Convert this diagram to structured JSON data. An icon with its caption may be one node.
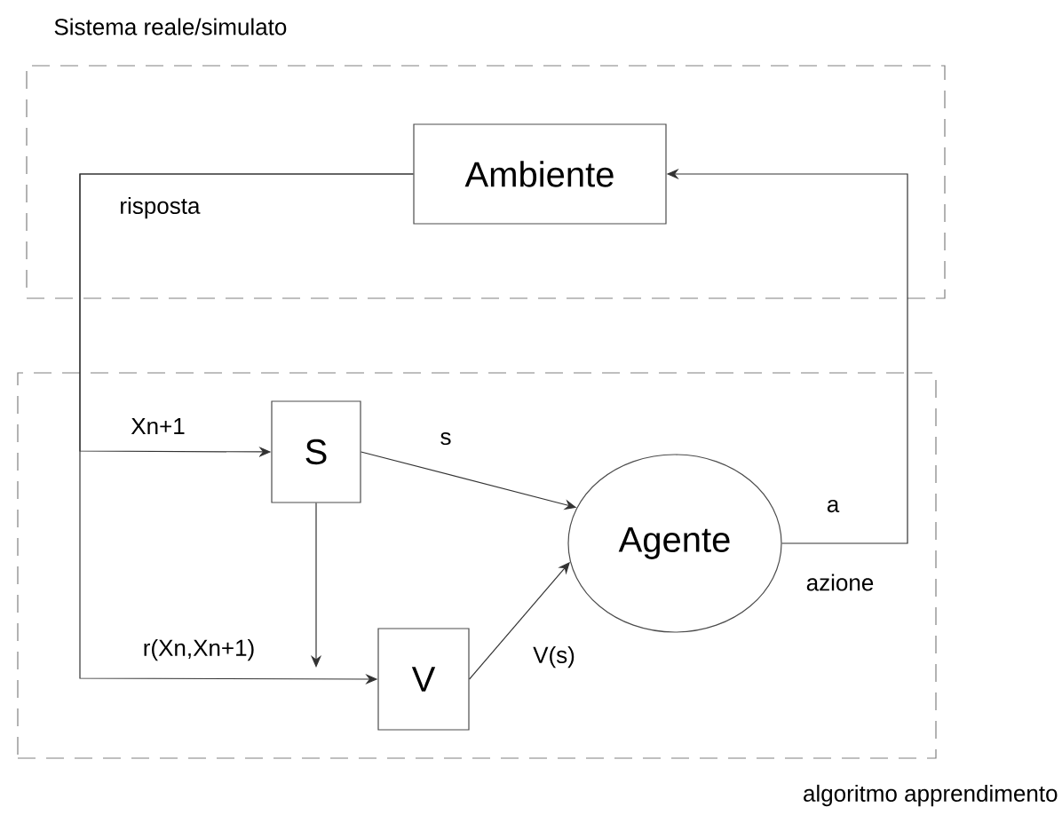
{
  "diagram": {
    "nodes": [
      {
        "text": [
          "Sistema reale/simulato"
        ]
      },
      {
        "text": [
          "Ambiente"
        ],
        "in": 0
      },
      {
        "text": [
          "algoritmo apprendimento"
        ]
      },
      {
        "text": [
          "S"
        ],
        "in": 2
      },
      {
        "text": [
          "V"
        ],
        "in": 2
      },
      {
        "text": [
          "Agente"
        ],
        "in": 2
      }
    ],
    "edges": [
      {
        "from": 1,
        "to": 3,
        "arrow": "to",
        "label": "Xn+1"
      },
      {
        "from": 1,
        "to": 4,
        "arrow": "to",
        "label": "r(Xn,Xn+1)"
      },
      {
        "from": 3,
        "to": 5,
        "arrow": "to",
        "label": "s"
      },
      {
        "from": 3,
        "to": 4,
        "arrow": "to"
      },
      {
        "from": 4,
        "to": 5,
        "arrow": "to",
        "label": "V(s)"
      },
      {
        "from": 5,
        "to": 1,
        "arrow": "to",
        "label": "a"
      }
    ],
    "labels": [
      "risposta",
      "azione"
    ]
  }
}
